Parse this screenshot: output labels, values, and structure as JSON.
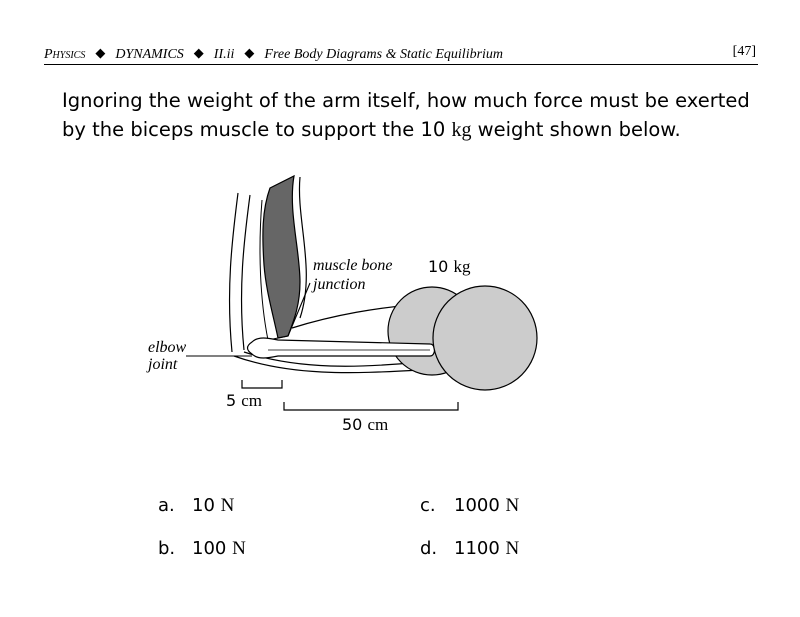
{
  "header": {
    "subject": "Physics",
    "unit": "DYNAMICS",
    "section": "II.ii",
    "topic": "Free Body Diagrams & Static Equilibrium",
    "page": "[47]"
  },
  "question": {
    "part1": "Ignoring the weight of the arm itself, how much force must be exerted by the biceps muscle to support the 10 ",
    "unit": "kg",
    "part2": " weight shown below."
  },
  "figure": {
    "labels": {
      "junction_line1": "muscle bone",
      "junction_line2": "junction",
      "weight_value": "10 ",
      "weight_unit": "kg",
      "elbow_line1": "elbow",
      "elbow_line2": "joint",
      "small_dist_value": "5 ",
      "small_dist_unit": "cm",
      "large_dist_value": "50 ",
      "large_dist_unit": "cm"
    },
    "colors": {
      "muscle": "#666666",
      "weight": "#cccccc",
      "outline": "#000000"
    }
  },
  "options": [
    {
      "letter": "a.",
      "value": "10 ",
      "unit": "N"
    },
    {
      "letter": "b.",
      "value": "100 ",
      "unit": "N"
    },
    {
      "letter": "c.",
      "value": "1000 ",
      "unit": "N"
    },
    {
      "letter": "d.",
      "value": "1100 ",
      "unit": "N"
    }
  ]
}
